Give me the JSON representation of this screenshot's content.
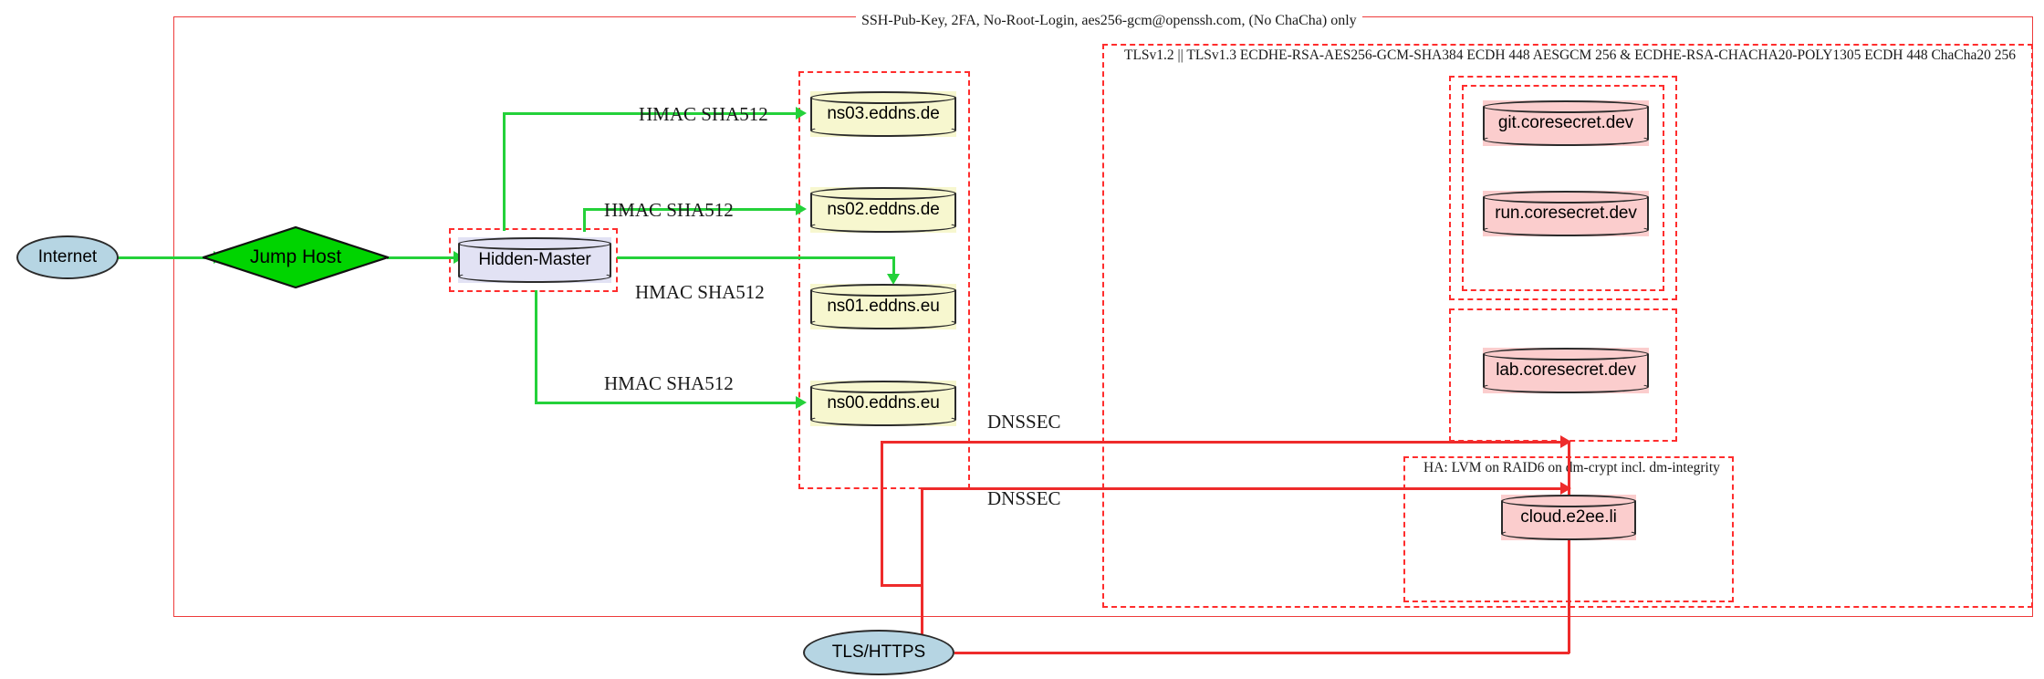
{
  "diagram": {
    "title": "Network security architecture",
    "colors": {
      "edge_green": "#24d13a",
      "edge_red": "#ee2b2b",
      "boundary_red": "#ff2d2d",
      "internet_fill": "#b6d5e3",
      "jumphost_fill": "#00d400",
      "master_fill": "#e2e2f4",
      "ns_fill": "#f7f7cf",
      "service_fill": "#fbcdcd"
    },
    "boundary_labels": {
      "ssh": "SSH-Pub-Key, 2FA, No-Root-Login, aes256-gcm@openssh.com, (No ChaCha) only",
      "tls": "TLSv1.2 || TLSv1.3 ECDHE-RSA-AES256-GCM-SHA384 ECDH 448 AESGCM 256 & ECDHE-RSA-CHACHA20-POLY1305 ECDH 448 ChaCha20 256",
      "ha": "HA: LVM on RAID6 on dm-crypt incl. dm-integrity"
    },
    "nodes": {
      "internet": "Internet",
      "jump_host": "Jump Host",
      "hidden_master": "Hidden-Master",
      "ns03": "ns03.eddns.de",
      "ns02": "ns02.eddns.de",
      "ns01": "ns01.eddns.eu",
      "ns00": "ns00.eddns.eu",
      "git": "git.coresecret.dev",
      "run": "run.coresecret.dev",
      "lab": "lab.coresecret.dev",
      "cloud": "cloud.e2ee.li",
      "tls_https": "TLS/HTTPS"
    },
    "edge_labels": {
      "hmac_ns03": "HMAC SHA512",
      "hmac_ns02": "HMAC SHA512",
      "hmac_ns01": "HMAC SHA512",
      "hmac_ns00": "HMAC SHA512",
      "dnssec_top": "DNSSEC",
      "dnssec_bottom": "DNSSEC"
    }
  }
}
